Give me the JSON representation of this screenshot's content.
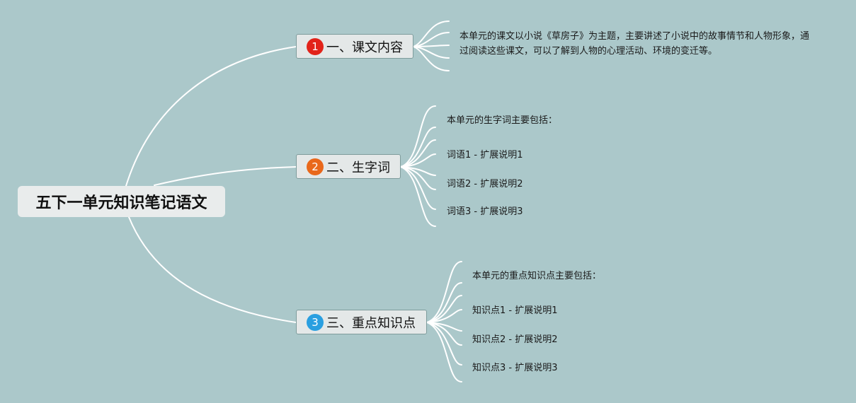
{
  "root": {
    "title": "五下一单元知识笔记语文"
  },
  "topics": [
    {
      "number": "1",
      "badge_color": "#e2231a",
      "label": "一、课文内容",
      "children": [
        "本单元的课文以小说《草房子》为主题，主要讲述了小说中的故事情节和人物形象，通过阅读这些课文，可以了解到人物的心理活动、环境的变迁等。"
      ]
    },
    {
      "number": "2",
      "badge_color": "#e9681b",
      "label": "二、生字词",
      "children": [
        "本单元的生字词主要包括：",
        "词语1 - 扩展说明1",
        "词语2 - 扩展说明2",
        "词语3 - 扩展说明3"
      ]
    },
    {
      "number": "3",
      "badge_color": "#2a9fe0",
      "label": "三、重点知识点",
      "children": [
        "本单元的重点知识点主要包括：",
        "知识点1 - 扩展说明1",
        "知识点2 - 扩展说明2",
        "知识点3 - 扩展说明3"
      ]
    }
  ],
  "colors": {
    "background": "#abc8ca",
    "connector": "#ffffff"
  }
}
